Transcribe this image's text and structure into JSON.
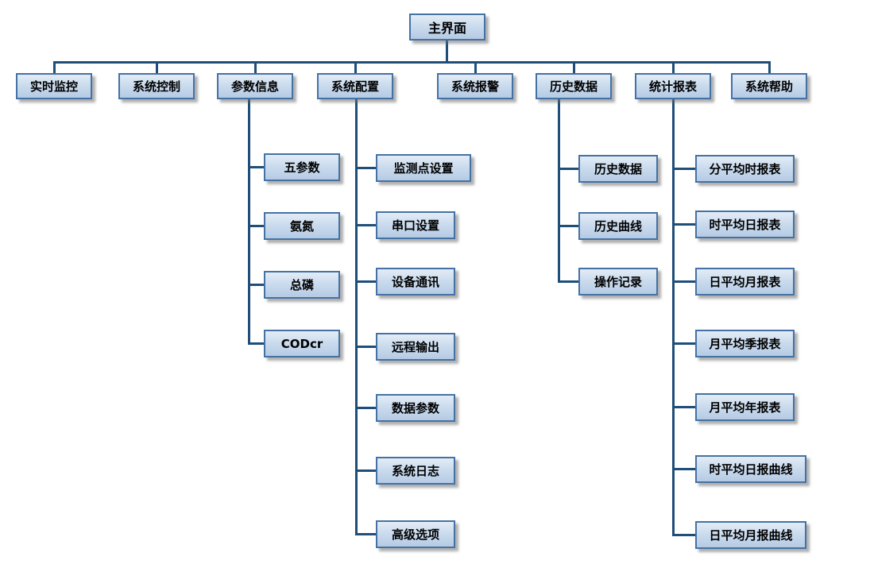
{
  "diagram": {
    "root": "主界面",
    "level2": [
      "实时监控",
      "系统控制",
      "参数信息",
      "系统配置",
      "系统报警",
      "历史数据",
      "统计报表",
      "系统帮助"
    ],
    "parameter_info_children": [
      "五参数",
      "氨氮",
      "总磷",
      "CODcr"
    ],
    "system_config_children": [
      "监测点设置",
      "串口设置",
      "设备通讯",
      "远程输出",
      "数据参数",
      "系统日志",
      "高级选项"
    ],
    "history_data_children": [
      "历史数据",
      "历史曲线",
      "操作记录"
    ],
    "statistics_report_children": [
      "分平均时报表",
      "时平均日报表",
      "日平均月报表",
      "月平均季报表",
      "月平均年报表",
      "时平均日报曲线",
      "日平均月报曲线"
    ],
    "colors": {
      "connector": "#1f4e79",
      "box_border": "#4472a4",
      "box_fill_top": "#e3ecf6",
      "box_fill_bottom": "#b5cae4",
      "text": "#000000"
    }
  }
}
